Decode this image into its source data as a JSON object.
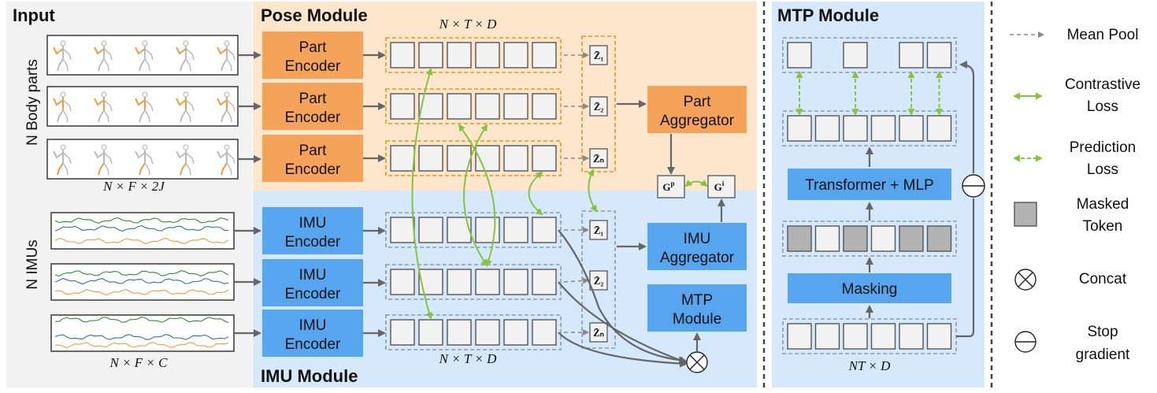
{
  "colors": {
    "pose_bg": "#fde6cc",
    "imu_bg": "#d6e8fb",
    "mtp_bg": "#d6e8fb",
    "part_encoder": "#f5a35a",
    "imu_encoder": "#57a5ef",
    "token_fill": "#f2f2f2",
    "masked_token": "#b3b3b3",
    "contrastive": "#86c440",
    "prediction": "#86c440",
    "arrow": "#666666",
    "pose_dash": "#e09a1d",
    "imu_dash": "#8a9ab0"
  },
  "sections": {
    "input": "Input",
    "pose_module": "Pose Module",
    "imu_module": "IMU Module",
    "mtp_module": "MTP Module"
  },
  "side_labels": {
    "body_parts": "N Body parts",
    "imus": "N IMUs"
  },
  "dims": {
    "pose_input": "N × F × 2J",
    "imu_input": "N × F × C",
    "pose_tokens": "N × T × D",
    "imu_tokens": "N × T × D",
    "mtp_tokens": "NT × D"
  },
  "pose": {
    "encoder_line1": "Part",
    "encoder_line2": "Encoder",
    "aggregator_line1": "Part",
    "aggregator_line2": "Aggregator",
    "global": "G",
    "global_sup": "p",
    "z_labels": [
      "Z̄₁",
      "Z̄₂",
      "Z̄ₙ"
    ]
  },
  "imu": {
    "encoder_line1": "IMU",
    "encoder_line2": "Encoder",
    "aggregator_line1": "IMU",
    "aggregator_line2": "Aggregator",
    "mtp_line1": "MTP",
    "mtp_line2": "Module",
    "global": "G",
    "global_sup": "i",
    "z_labels": [
      "Z̄₁",
      "Z̄₂",
      "Z̄ₙ"
    ]
  },
  "mtp": {
    "transformer": "Transformer + MLP",
    "masking": "Masking",
    "mask_pattern": [
      true,
      false,
      true,
      false,
      true,
      true
    ]
  },
  "legend": {
    "mean_pool": "Mean Pool",
    "contrastive_1": "Contrastive",
    "contrastive_2": "Loss",
    "prediction_1": "Prediction",
    "prediction_2": "Loss",
    "masked_1": "Masked",
    "masked_2": "Token",
    "concat": "Concat",
    "stop_1": "Stop",
    "stop_2": "gradient"
  }
}
